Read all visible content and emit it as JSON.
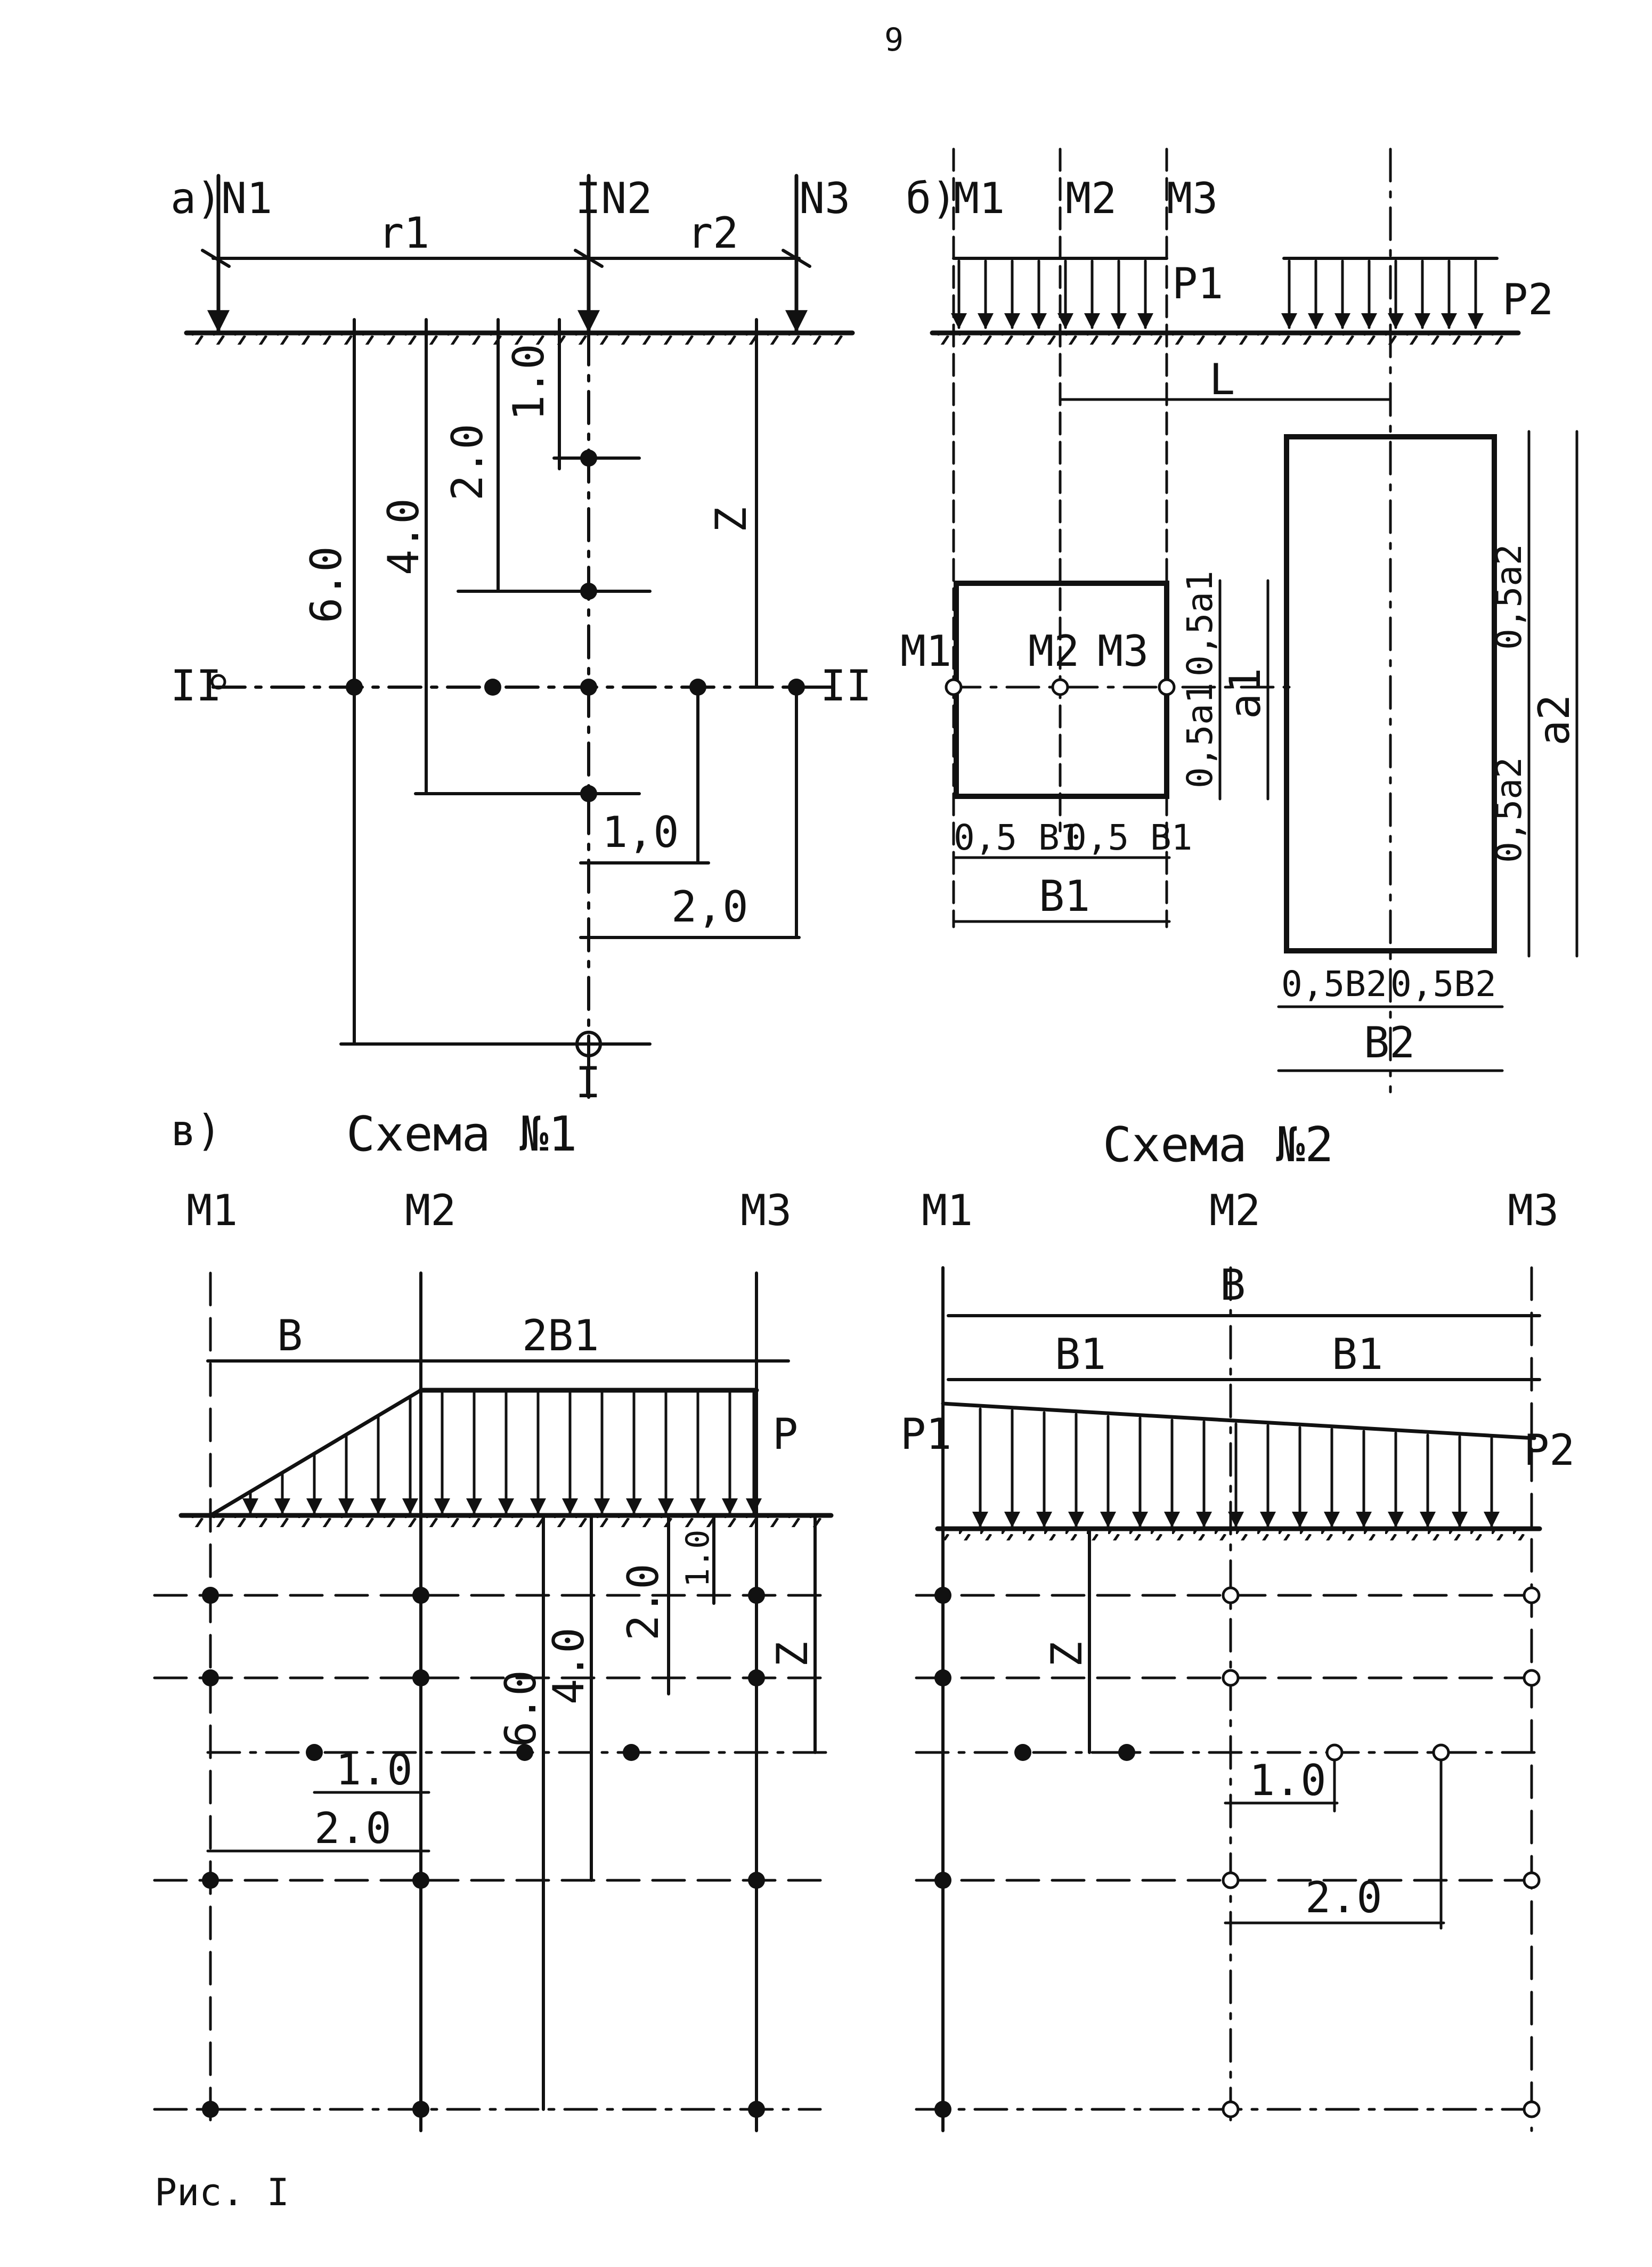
{
  "page_number": "9",
  "caption": "Рис. I",
  "scheme1": {
    "panel_label": "а)",
    "load_labels": [
      "N1",
      "IN2",
      "N3"
    ],
    "distance_labels": [
      "r1",
      "r2"
    ],
    "dims": [
      "1.0",
      "2.0",
      "4.0",
      "6.0",
      "Z",
      "1,0",
      "2,0"
    ],
    "section_label_left": "II",
    "section_label_right": "II",
    "section_label_bottom": "I"
  },
  "scheme2": {
    "panel_label": "б)",
    "points": [
      "M1",
      "M2",
      "M3"
    ],
    "load_labels": [
      "P1",
      "P2"
    ],
    "dist_label": "L",
    "dims1": [
      "0,5a1",
      "0,5a1",
      "a1",
      "0,5 B1",
      "0,5 B1",
      "B1"
    ],
    "dims2": [
      "0,5a2",
      "0,5a2",
      "a2",
      "0,5B2",
      "0,5B2",
      "B2"
    ]
  },
  "title1": "Схема №1",
  "title2": "Схема №2",
  "panel_c": {
    "panel_label": "в)",
    "points": [
      "M1",
      "M2",
      "M3"
    ],
    "dims": [
      "B",
      "2B1",
      "P",
      "1.0",
      "2.0",
      "4.0",
      "6.0",
      "Z",
      "1.0",
      "2.0"
    ]
  },
  "panel_d": {
    "points": [
      "M1",
      "M2",
      "M3"
    ],
    "dims": [
      "B",
      "B1",
      "B1",
      "P1",
      "P2",
      "Z",
      "1.0",
      "2.0"
    ]
  }
}
